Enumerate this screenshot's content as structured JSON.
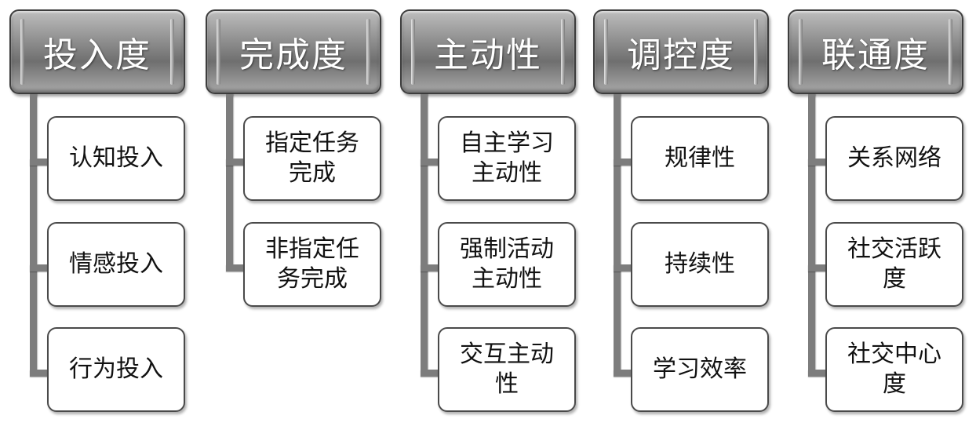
{
  "columns": [
    {
      "title": "投入度",
      "items": [
        "认知投入",
        "情感投入",
        "行为投入"
      ]
    },
    {
      "title": "完成度",
      "items": [
        "指定任务完成",
        "非指定任务完成"
      ]
    },
    {
      "title": "主动性",
      "items": [
        "自主学习主动性",
        "强制活动主动性",
        "交互主动性"
      ]
    },
    {
      "title": "调控度",
      "items": [
        "规律性",
        "持续性",
        "学习效率"
      ]
    },
    {
      "title": "联通度",
      "items": [
        "关系网络",
        "社交活跃度",
        "社交中心度"
      ]
    }
  ]
}
